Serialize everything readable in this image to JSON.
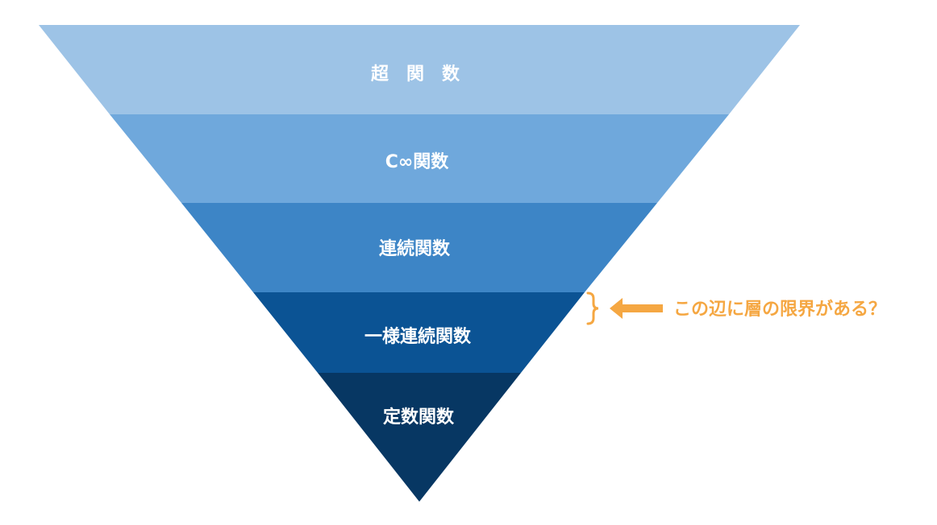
{
  "layers": [
    {
      "label": "超　関　数",
      "color": "#9dc3e6"
    },
    {
      "label": "C∞関数",
      "color": "#6fa8dc"
    },
    {
      "label": "連続関数",
      "color": "#3d85c6"
    },
    {
      "label": "一様連続関数",
      "color": "#0b5394"
    },
    {
      "label": "定数関数",
      "color": "#073763"
    }
  ],
  "annotation": {
    "text": "この辺に層の限界がある？",
    "color": "#f5a742"
  }
}
